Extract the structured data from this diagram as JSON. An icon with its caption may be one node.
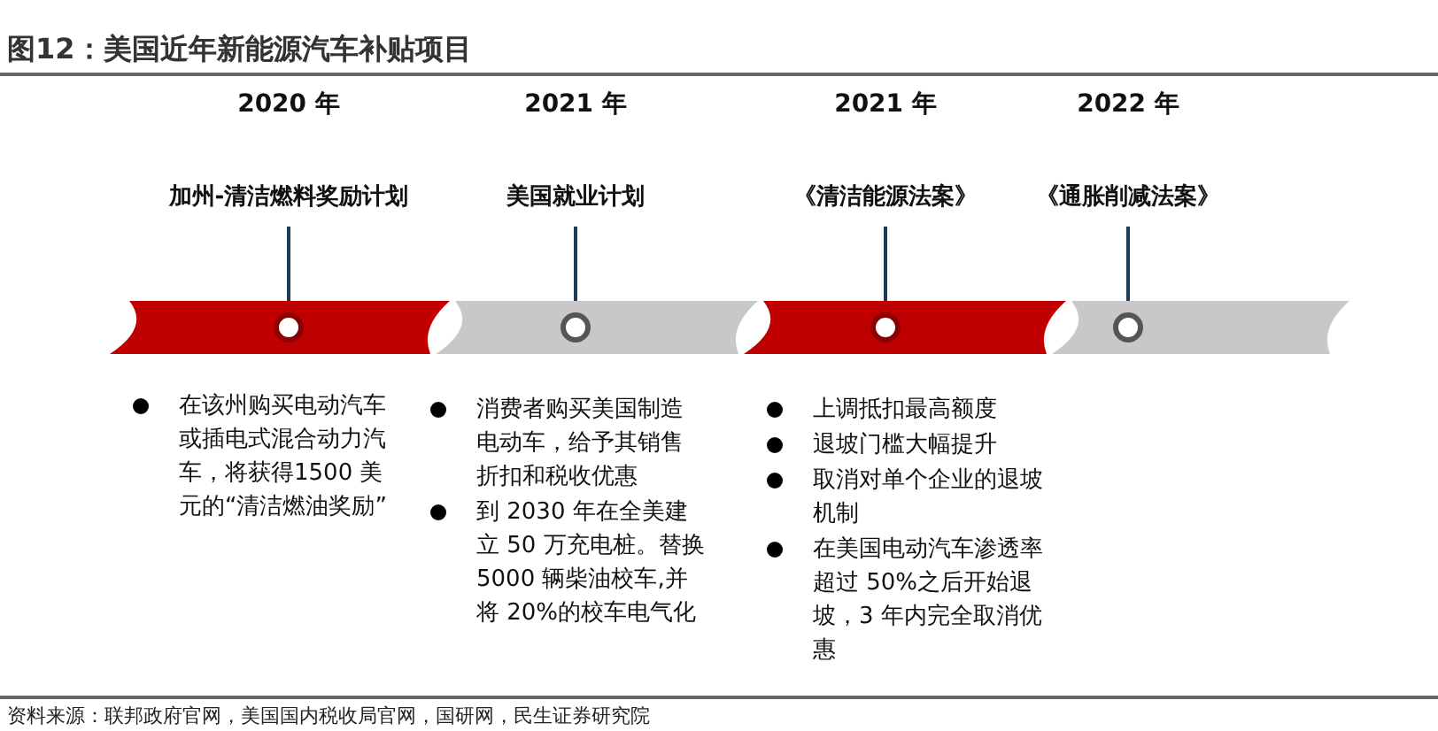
{
  "diagram": {
    "title": "图12：美国近年新能源汽车补贴项目",
    "caption": "资料来源：联邦政府官网，美国国内税收局官网，国研网，民生证券研究院",
    "nodes": [
      {
        "text": [],
        "shape": "bar"
      },
      {
        "text": [],
        "shape": "bar"
      },
      {
        "text": [],
        "shape": "bar"
      },
      {
        "text": [],
        "shape": "bar"
      },
      {
        "text": [
          "2020 年",
          "加州-清洁燃料奖励计划"
        ]
      },
      {
        "text": [
          "2021 年",
          "美国就业计划"
        ]
      },
      {
        "text": [
          "2021 年",
          "《清洁能源法案》"
        ]
      },
      {
        "text": [
          "2022 年",
          "《通胀削减法案》"
        ]
      },
      {
        "text": [],
        "shape": "circle",
        "in": 0
      },
      {
        "text": [],
        "shape": "circle",
        "in": 1
      },
      {
        "text": [],
        "shape": "circle",
        "in": 2
      },
      {
        "text": [],
        "shape": "circle",
        "in": 3
      }
    ],
    "edges": [
      {
        "from": 4,
        "to": 8,
        "arrow": "none"
      },
      {
        "from": 5,
        "to": 9,
        "arrow": "none"
      },
      {
        "from": 6,
        "to": 10,
        "arrow": "none"
      },
      {
        "from": 7,
        "to": 11,
        "arrow": "none"
      }
    ],
    "labels": [
      "在该州购买电动汽车或插电式混合动力汽车，将获得1500 美元的“清洁燃油奖励”",
      "消费者购买美国制造电动车，给予其销售折扣和税收优惠",
      "到 2030 年在全美建立 50 万充电桩。替换 5000 辆柴油校车,并将 20%的校车电气化",
      "上调抵扣最高额度",
      "退坡门槛大幅提升",
      "取消对单个企业的退坡机制",
      "在美国电动汽车渗透率超过 50%之后开始退坡，3 年内完全取消优惠"
    ]
  }
}
